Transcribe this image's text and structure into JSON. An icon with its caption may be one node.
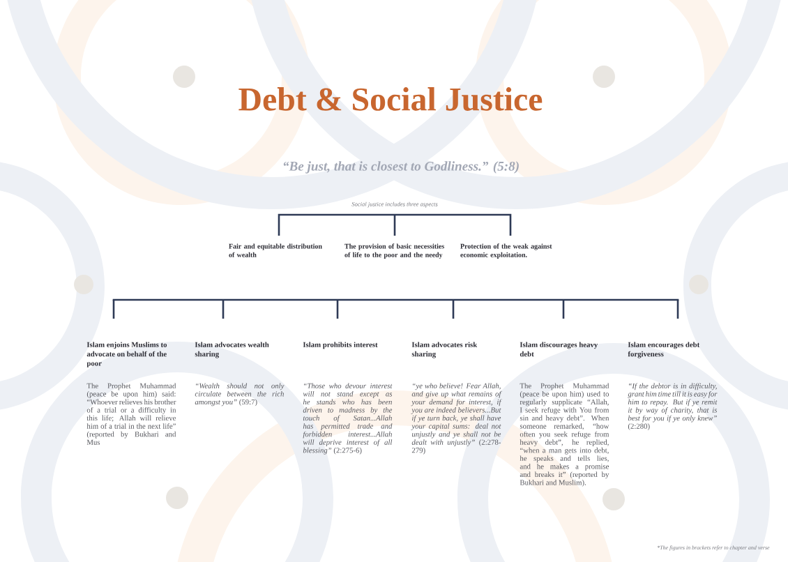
{
  "diagram": {
    "title": "Debt & Social Justice",
    "nodes": [
      {
        "text": [
          "Social justice includes three aspects"
        ]
      },
      {
        "text": [
          "Fair and equitable distribution of wealth"
        ]
      },
      {
        "text": [
          "The provision of basic necessities of life to the poor and the needy"
        ]
      },
      {
        "text": [
          "Protection of the weak against economic exploitation."
        ]
      },
      {
        "text": [
          "Islam enjoins Muslims to advocate on behalf of the poor",
          "The Prophet Muhammad (peace be upon him) said: “Whoever relieves his brother of a trial or a difficulty in this life; Allah will relieve him of a trial in the next life” (reported by Bukhari and Mus"
        ]
      },
      {
        "text": [
          "Islam advocates wealth sharing",
          "*“Wealth should not only circulate between the rich amongst you”* (59:7)"
        ]
      },
      {
        "text": [
          "Islam prohibits interest",
          "*“Those who devour interest will not stand except as he stands who has been driven to madness by the touch of Satan...Allah has permitted trade and forbidden interest...Allah will deprive interest of all blessing”* (2:275-6)"
        ]
      },
      {
        "text": [
          "Islam advocates risk sharing",
          "*“ye who believe! Fear Allah, and give up what remains of your demand for interest, if you are indeed believers...But if ye turn back, ye shall have your capital sums: deal not unjustly and ye shall not be dealt with unjustly”* (2:278-279)"
        ]
      },
      {
        "text": [
          "Islam discourages heavy debt",
          "The Prophet Muhammad (peace be upon him) used to regularly supplicate “Allah, I seek refuge with You from sin and heavy debt”. When someone remarked, “how often you seek refuge from heavy debt”, he replied, “when a man gets into debt, he speaks and tells lies, and he makes a promise and breaks it” (reported by Bukhari and Muslim)."
        ]
      },
      {
        "text": [
          "Islam encourages debt forgiveness",
          "*“If the debtor is in difficulty, grant him time till it is easy for him to repay. But if ye remit it by way of charity, that is best for you if ye only knew”* (2:280)"
        ]
      }
    ],
    "edges": [
      {
        "from": 0,
        "to": 1,
        "arrow": "none"
      },
      {
        "from": 0,
        "to": 2,
        "arrow": "none"
      },
      {
        "from": 0,
        "to": 3,
        "arrow": "none"
      },
      {
        "from": null,
        "to": 4,
        "arrow": "none"
      },
      {
        "from": null,
        "to": 5,
        "arrow": "none"
      },
      {
        "from": null,
        "to": 6,
        "arrow": "none"
      },
      {
        "from": null,
        "to": 7,
        "arrow": "none"
      },
      {
        "from": null,
        "to": 8,
        "arrow": "none"
      },
      {
        "from": null,
        "to": 9,
        "arrow": "none"
      }
    ],
    "labels": [
      "“Be just, that is closest to Godliness.” (5:8)",
      "*The figures in brackets refer to chapter and verse"
    ]
  }
}
